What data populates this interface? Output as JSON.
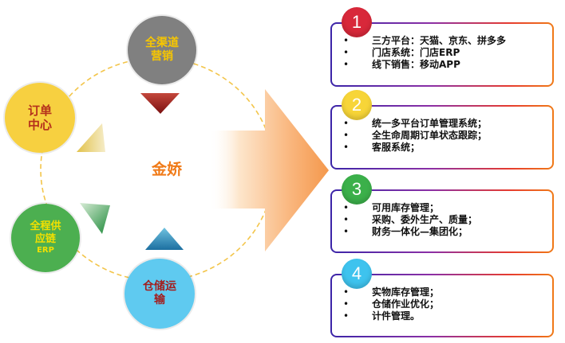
{
  "center_label": "金娇",
  "nodes": {
    "omnichannel": {
      "line1": "全渠道",
      "line2": "营销",
      "color": "#808080",
      "text_color": "#f7c600"
    },
    "order_center": {
      "line1": "订单",
      "line2": "中心",
      "color": "#f7d040",
      "text_color": "#b5301c"
    },
    "supply_chain": {
      "line1": "全程供",
      "line2": "应链",
      "line3": "ERP",
      "color": "#4caf50",
      "text_color": "#f3e000"
    },
    "warehouse": {
      "line1": "仓储运",
      "line2": "输",
      "color": "#5fcaf0",
      "text_color": "#a31d1d"
    }
  },
  "panels": [
    {
      "number": "1",
      "badge_color": "#d8283a",
      "items": [
        "三方平台：天猫、京东、拼多多",
        "门店系统：门店ERP",
        "线下销售：移动APP"
      ]
    },
    {
      "number": "2",
      "badge_color": "#f7d538",
      "items": [
        "统一多平台订单管理系统；",
        "全生命周期订单状态跟踪；",
        "客服系统；"
      ]
    },
    {
      "number": "3",
      "badge_color": "#3bb04a",
      "items": [
        "可用库存管理；",
        "采购、委外生产、质量；",
        "财务一体化—集团化；"
      ]
    },
    {
      "number": "4",
      "badge_color": "#3ec3ee",
      "items": [
        "实物库存管理；",
        "仓储作业优化；",
        "计件管理。"
      ]
    }
  ]
}
